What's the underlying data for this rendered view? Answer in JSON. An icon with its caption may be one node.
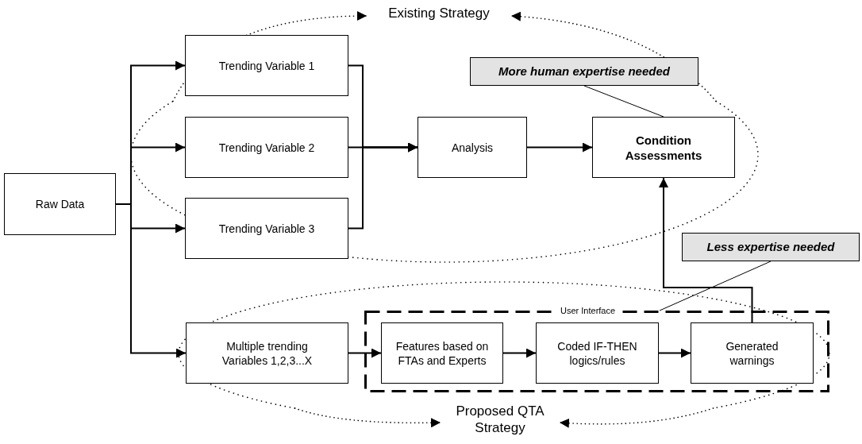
{
  "diagram": {
    "nodes": [
      {
        "text": [
          "Raw Data"
        ]
      },
      {
        "text": [
          "Trending Variable 1"
        ]
      },
      {
        "text": [
          "Trending Variable 2"
        ]
      },
      {
        "text": [
          "Trending Variable 3"
        ]
      },
      {
        "text": [
          "Analysis"
        ]
      },
      {
        "text": [
          "Condition Assessments"
        ]
      },
      {
        "text": [
          "More human expertise needed"
        ]
      },
      {
        "text": [
          "Less expertise needed"
        ]
      },
      {
        "text": [
          "User Interface"
        ]
      },
      {
        "text": [
          "Multiple trending Variables 1,2,3...X"
        ]
      },
      {
        "text": [
          "Features based on FTAs and Experts"
        ],
        "in": 8
      },
      {
        "text": [
          "Coded IF-THEN logics/rules"
        ],
        "in": 8
      },
      {
        "text": [
          "Generated warnings"
        ],
        "in": 8
      },
      {
        "text": [
          "Existing Strategy"
        ]
      },
      {
        "text": [
          "Proposed QTA Strategy"
        ]
      }
    ],
    "edges": [
      {
        "from": 0,
        "to": 1,
        "arrow": "to"
      },
      {
        "from": 0,
        "to": 2,
        "arrow": "to"
      },
      {
        "from": 0,
        "to": 3,
        "arrow": "to"
      },
      {
        "from": 0,
        "to": 9,
        "arrow": "to"
      },
      {
        "from": 1,
        "to": 4,
        "arrow": "to"
      },
      {
        "from": 2,
        "to": 4,
        "arrow": "to"
      },
      {
        "from": 3,
        "to": 4,
        "arrow": "to"
      },
      {
        "from": 4,
        "to": 5,
        "arrow": "to"
      },
      {
        "from": 9,
        "to": 10,
        "arrow": "to"
      },
      {
        "from": 10,
        "to": 11,
        "arrow": "to"
      },
      {
        "from": 11,
        "to": 12,
        "arrow": "to"
      },
      {
        "from": 12,
        "to": 5,
        "arrow": "to"
      },
      {
        "from": 6,
        "to": 5,
        "arrow": "none"
      },
      {
        "from": 7,
        "to": 8,
        "arrow": "none"
      },
      {
        "from": null,
        "to": 13,
        "arrow": "to",
        "style": "dashed"
      },
      {
        "from": null,
        "to": 13,
        "arrow": "to",
        "style": "dashed"
      },
      {
        "from": null,
        "to": 14,
        "arrow": "to",
        "style": "dashed"
      },
      {
        "from": null,
        "to": 14,
        "arrow": "to",
        "style": "dashed"
      }
    ]
  }
}
